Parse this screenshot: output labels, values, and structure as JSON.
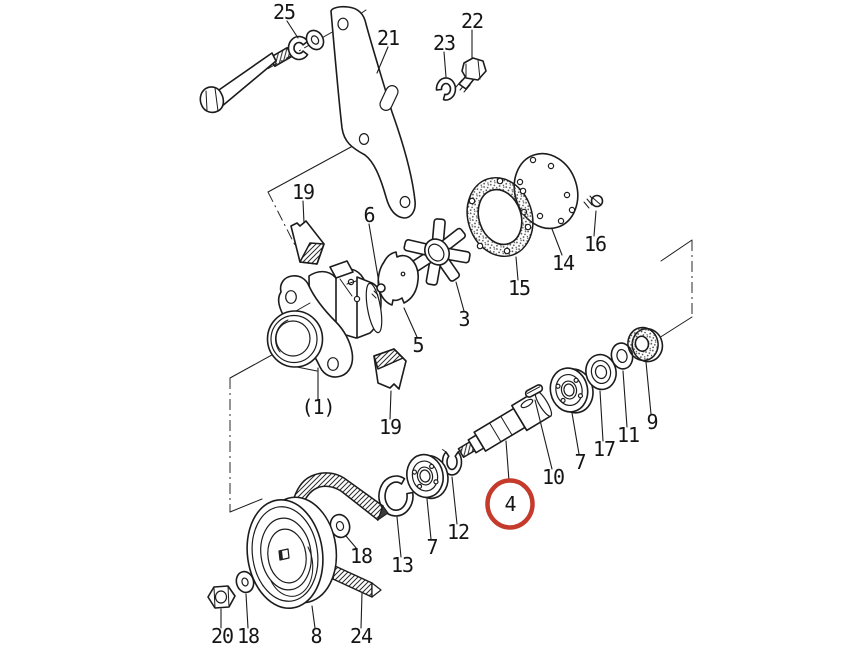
{
  "figure": {
    "kind": "exploded-parts-diagram",
    "subject": "water pump assembly exploded view",
    "background": "#ffffff",
    "line_color": "#1c1c1c"
  },
  "highlight": {
    "part": "4",
    "color": "#c43a2b",
    "shape": "circle"
  },
  "labels": [
    {
      "id": "25",
      "text": "25"
    },
    {
      "id": "21",
      "text": "21"
    },
    {
      "id": "23",
      "text": "23"
    },
    {
      "id": "22",
      "text": "22"
    },
    {
      "id": "19a",
      "text": "19"
    },
    {
      "id": "6",
      "text": "6"
    },
    {
      "id": "15",
      "text": "15"
    },
    {
      "id": "3",
      "text": "3"
    },
    {
      "id": "5",
      "text": "5"
    },
    {
      "id": "14",
      "text": "14"
    },
    {
      "id": "16",
      "text": "16"
    },
    {
      "id": "1",
      "text": "(1)"
    },
    {
      "id": "19b",
      "text": "19"
    },
    {
      "id": "4",
      "text": "4"
    },
    {
      "id": "10",
      "text": "10"
    },
    {
      "id": "7r",
      "text": "7"
    },
    {
      "id": "17",
      "text": "17"
    },
    {
      "id": "11",
      "text": "11"
    },
    {
      "id": "9",
      "text": "9"
    },
    {
      "id": "12",
      "text": "12"
    },
    {
      "id": "7l",
      "text": "7"
    },
    {
      "id": "13",
      "text": "13"
    },
    {
      "id": "18r",
      "text": "18"
    },
    {
      "id": "24",
      "text": "24"
    },
    {
      "id": "8",
      "text": "8"
    },
    {
      "id": "18l",
      "text": "18"
    },
    {
      "id": "20",
      "text": "20"
    }
  ]
}
